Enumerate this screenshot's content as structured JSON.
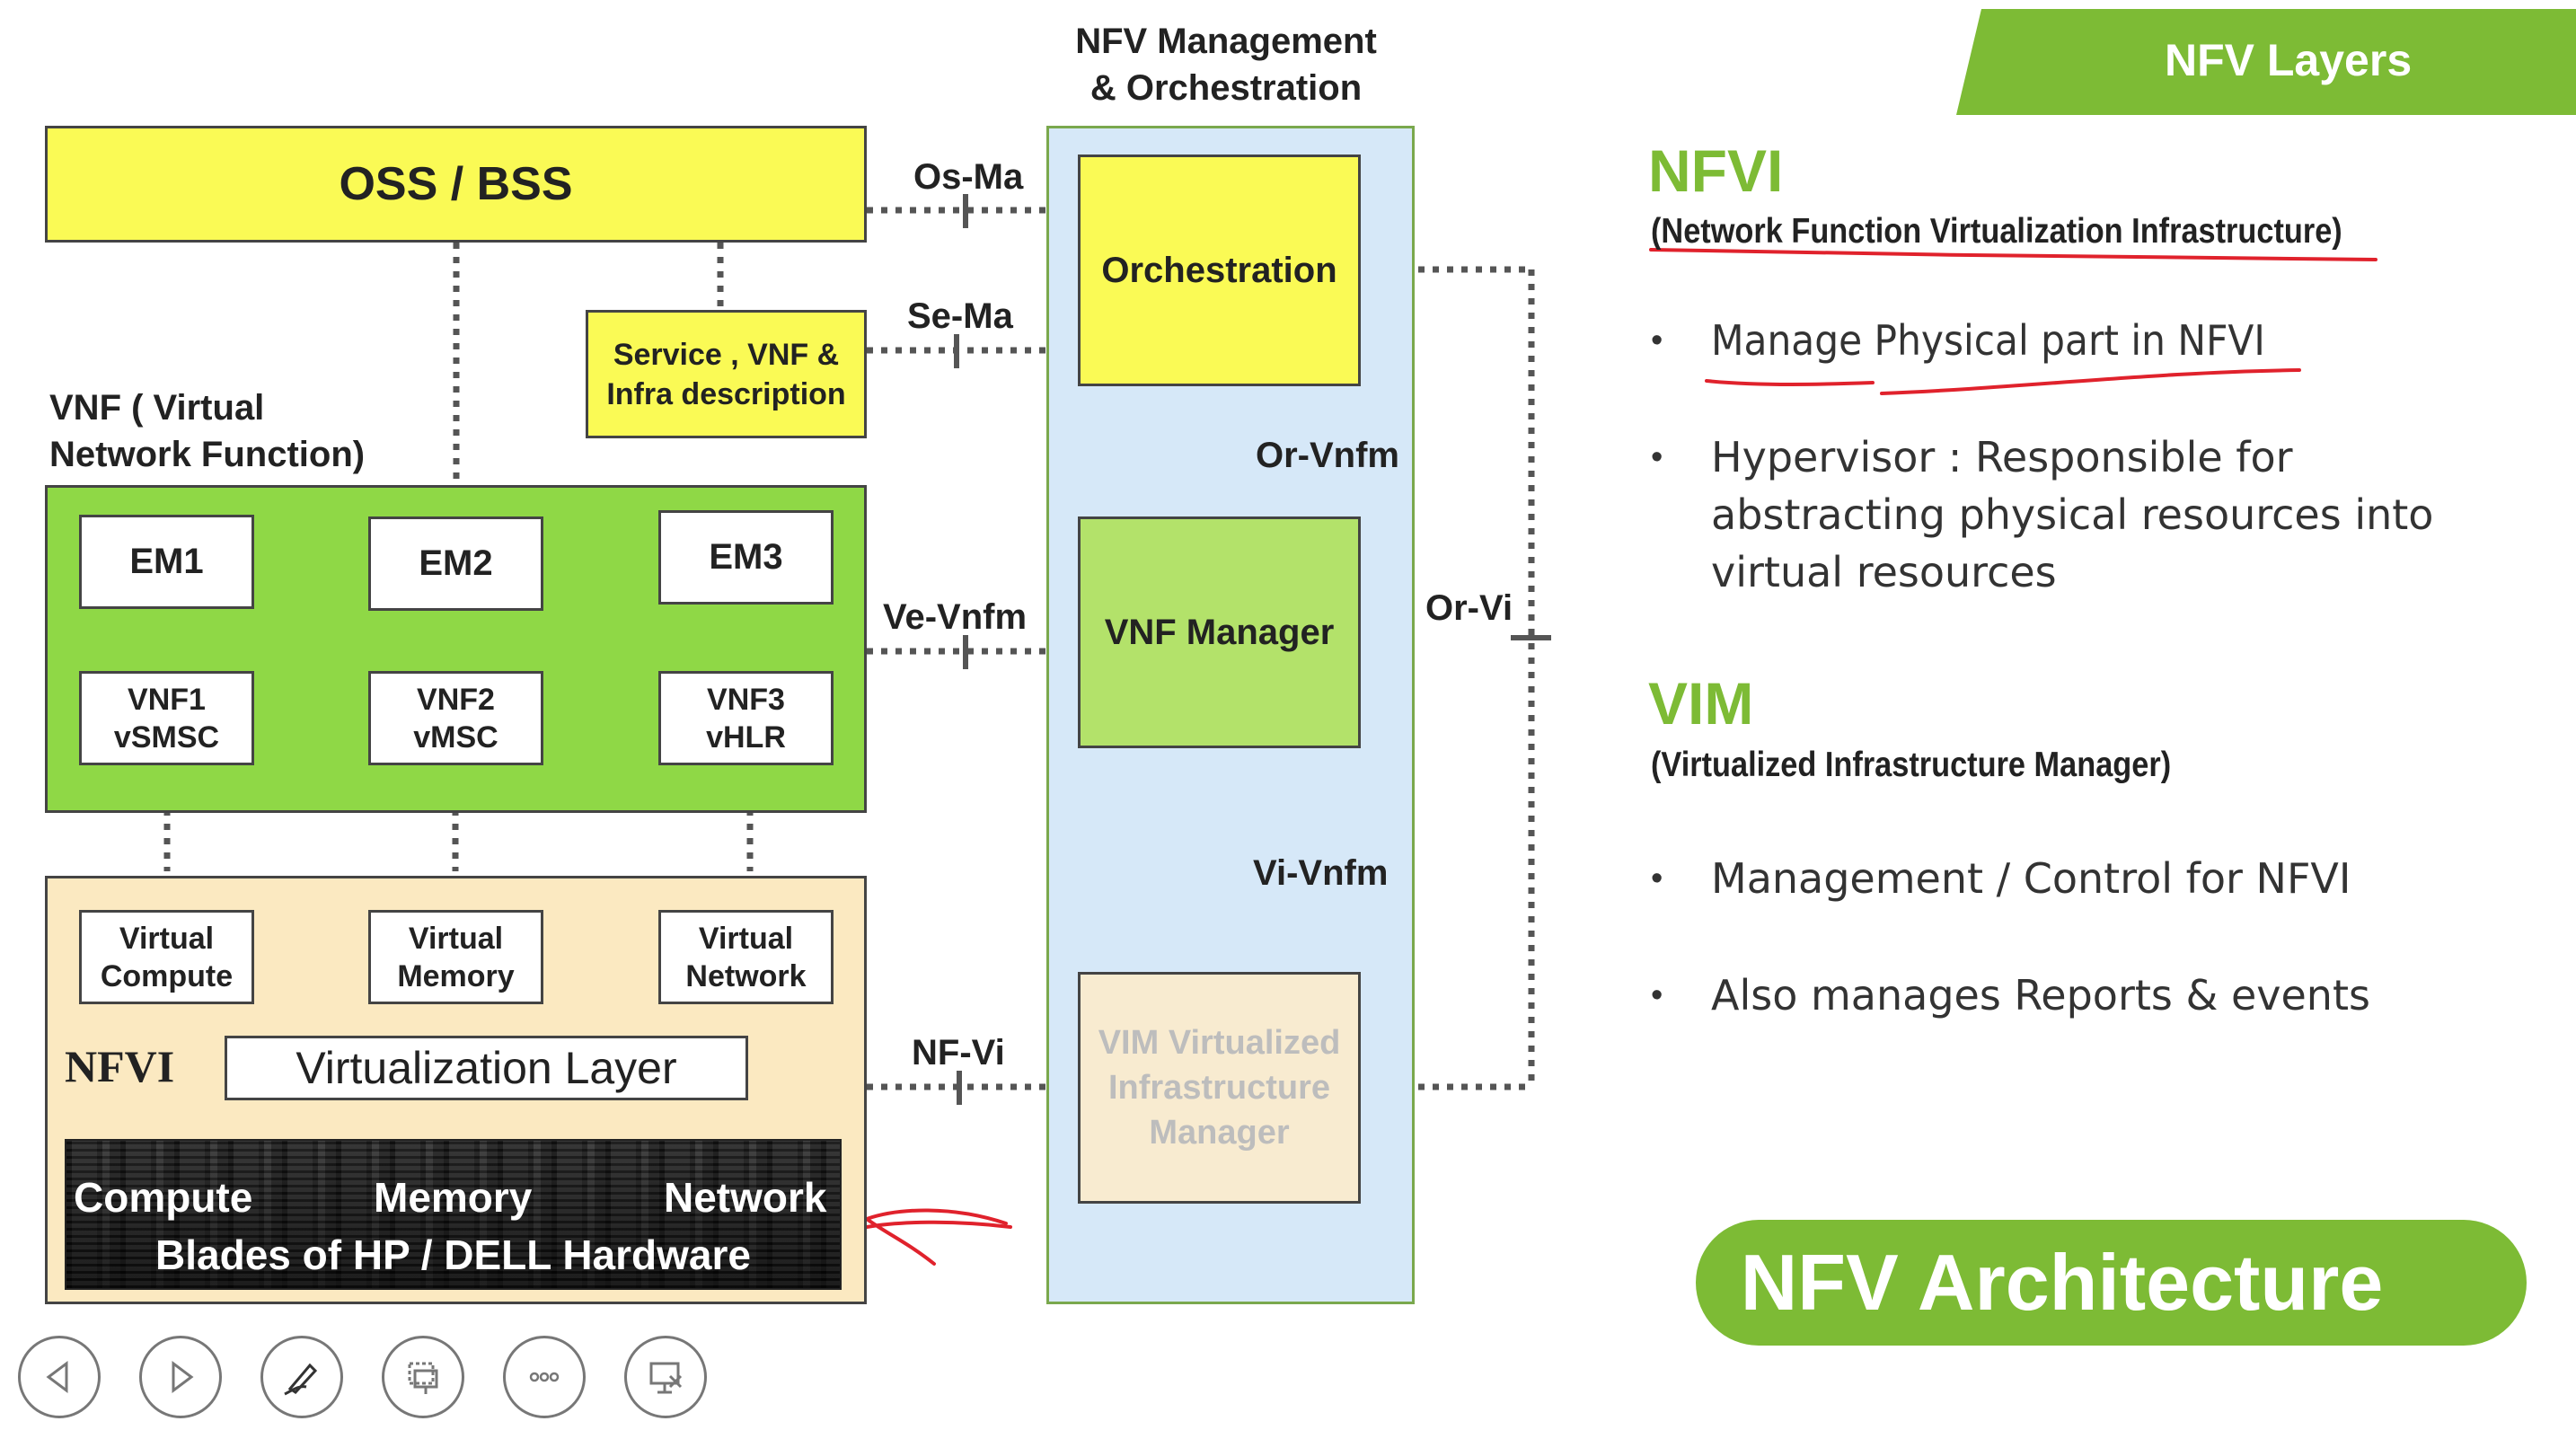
{
  "diagram": {
    "mano_header": [
      "NFV Management",
      "& Orchestration"
    ],
    "oss_bss": "OSS / BSS",
    "service_desc": [
      "Service , VNF &",
      "Infra description"
    ],
    "vnf_group_label": [
      "VNF ( Virtual",
      "Network Function)"
    ],
    "em": [
      "EM1",
      "EM2",
      "EM3"
    ],
    "vnf": [
      [
        "VNF1",
        "vSMSC"
      ],
      [
        "VNF2",
        "vMSC"
      ],
      [
        "VNF3",
        "vHLR"
      ]
    ],
    "virtual_res": [
      [
        "Virtual",
        "Compute"
      ],
      [
        "Virtual",
        "Memory"
      ],
      [
        "Virtual",
        "Network"
      ]
    ],
    "nfvi_label": "NFVI",
    "virtualization_layer": "Virtualization Layer",
    "hw_labels": [
      "Compute",
      "Memory",
      "Network"
    ],
    "hw_caption": "Blades of HP / DELL Hardware",
    "orchestration": "Orchestration",
    "vnf_manager": "VNF Manager",
    "vim_box": [
      "VIM Virtualized",
      "Infrastructure",
      "Manager"
    ],
    "interfaces": {
      "os_ma": "Os-Ma",
      "se_ma": "Se-Ma",
      "ve_vnfm": "Ve-Vnfm",
      "nf_vi": "NF-Vi",
      "or_vnfm": "Or-Vnfm",
      "vi_vnfm": "Vi-Vnfm",
      "or_vi": "Or-Vi"
    }
  },
  "banner": {
    "title": "NFV Layers"
  },
  "nfvi_section": {
    "heading": "NFVI",
    "subheading": "(Network Function Virtualization Infrastructure)",
    "bullets": [
      "Manage Physical part in NFVI",
      "Hypervisor : Responsible for abstracting physical resources into virtual resources"
    ]
  },
  "vim_section": {
    "heading": "VIM",
    "subheading": "(Virtualized Infrastructure Manager)",
    "bullets": [
      "Management / Control for NFVI",
      "Also manages Reports & events"
    ]
  },
  "architecture_pill": {
    "title": "NFV Architecture"
  },
  "controls": [
    {
      "icon": "previous-icon"
    },
    {
      "icon": "next-icon"
    },
    {
      "icon": "pen-icon"
    },
    {
      "icon": "slides-icon"
    },
    {
      "icon": "more-icon"
    },
    {
      "icon": "end-show-icon"
    }
  ],
  "colors": {
    "yellow": "#fafa55",
    "green": "#8fd846",
    "light_green": "#b3e26a",
    "mano_blue": "#d6e8f8",
    "nfvi_beige": "#fbe9c1",
    "accent_green": "#7dbb35",
    "annotation_red": "#e0222c"
  }
}
